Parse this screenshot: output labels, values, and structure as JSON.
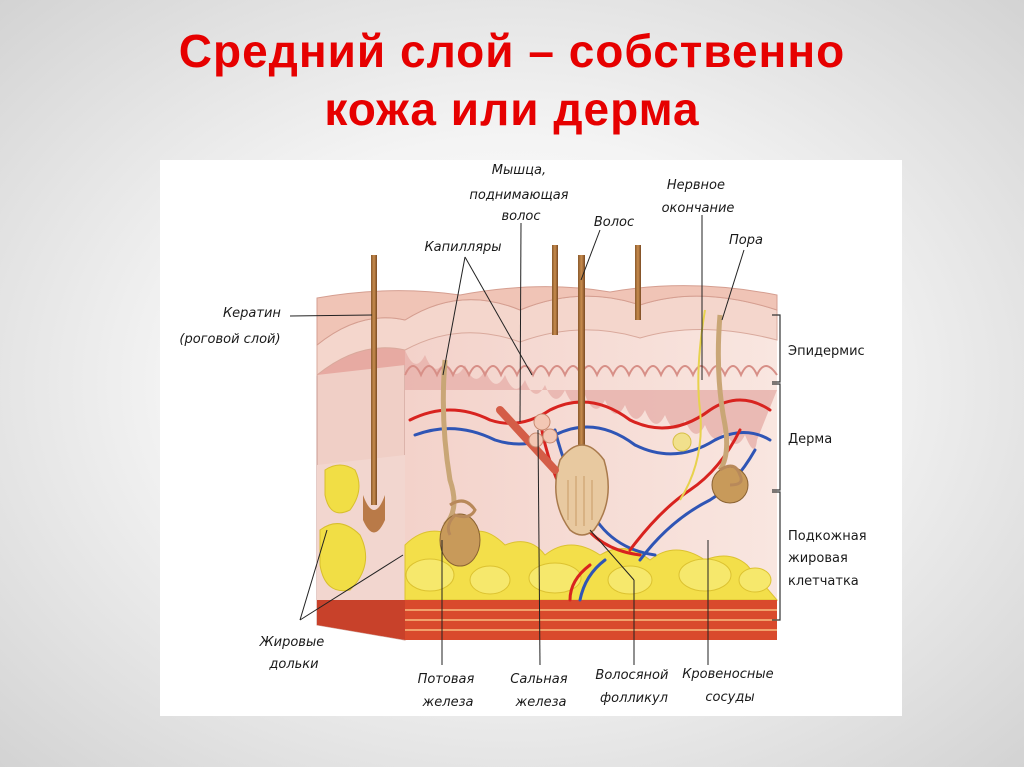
{
  "title": {
    "line1": "Средний слой – собственно",
    "line2": "кожа или дерма"
  },
  "labels": {
    "muscle": [
      "Мышца,",
      "поднимающая",
      "волос"
    ],
    "hair": "Волос",
    "nerve": [
      "Нервное",
      "окончание"
    ],
    "capillaries": "Капилляры",
    "pore": "Пора",
    "keratin": [
      "Кератин",
      "(роговой слой)"
    ],
    "epidermis": "Эпидермис",
    "dermis": "Дерма",
    "subcutaneous": [
      "Подкожная",
      "жировая",
      "клетчатка"
    ],
    "fat_lobules": [
      "Жировые",
      "дольки"
    ],
    "sweat_gland": [
      "Потовая",
      "железа"
    ],
    "sebaceous_gland": [
      "Сальная",
      "железа"
    ],
    "follicle": [
      "Волосяной",
      "фолликул"
    ],
    "vessels": [
      "Кровеносные",
      "сосуды"
    ]
  },
  "colors": {
    "title": "#e60000",
    "fat": "#f3df4a",
    "artery": "#d8231f",
    "vein": "#2f55b5",
    "dermis": "#f6e2dc",
    "epidermis": "#e8b3ad"
  }
}
